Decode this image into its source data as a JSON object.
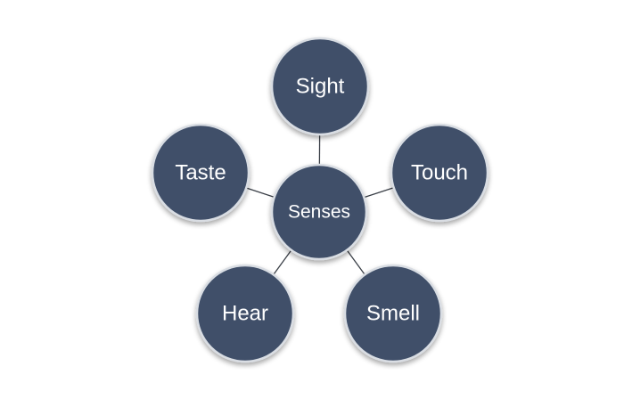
{
  "diagram": {
    "type": "radial-hub",
    "fill_color": "#3f5069",
    "text_color": "#ffffff",
    "hub": {
      "label": "Senses"
    },
    "spokes": [
      {
        "label": "Sight"
      },
      {
        "label": "Touch"
      },
      {
        "label": "Smell"
      },
      {
        "label": "Hear"
      },
      {
        "label": "Taste"
      }
    ]
  }
}
